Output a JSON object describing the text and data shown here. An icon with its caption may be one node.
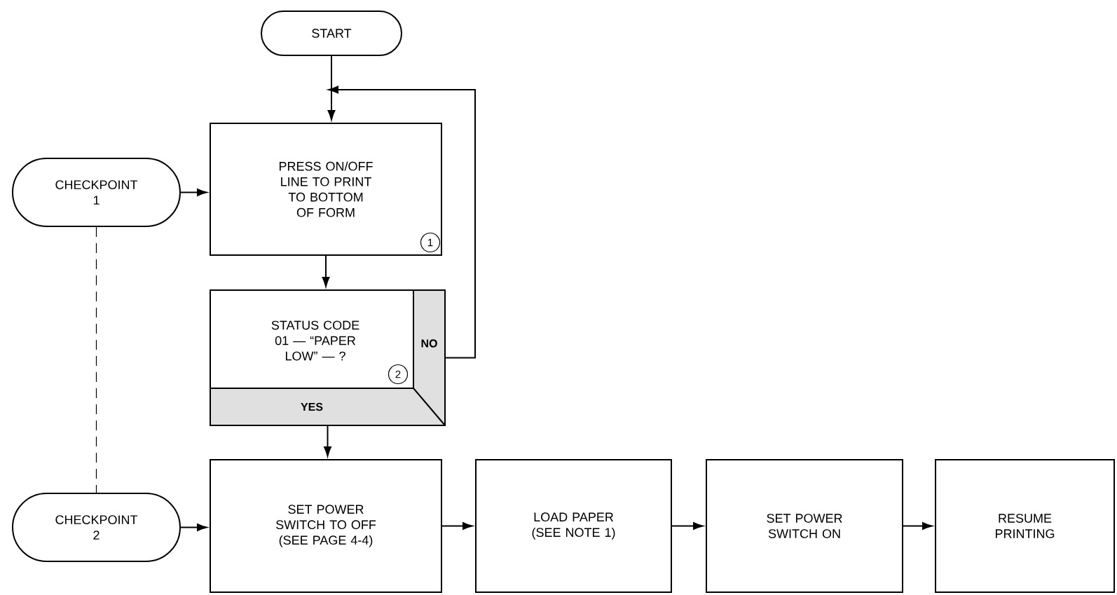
{
  "diagram": {
    "nodes": [
      {
        "text": [
          "START"
        ]
      },
      {
        "text": [
          "CHECKPOINT 1"
        ]
      },
      {
        "text": [
          "PRESS ON/OFF LINE TO PRINT TO BOTTOM OF FORM",
          "1"
        ]
      },
      {
        "text": [
          "STATUS CODE 01 — “PAPER LOW” — ?",
          "2",
          "NO",
          "YES"
        ]
      },
      {
        "text": [
          "CHECKPOINT 2"
        ]
      },
      {
        "text": [
          "SET POWER SWITCH TO OFF (SEE PAGE 4-4)"
        ]
      },
      {
        "text": [
          "LOAD PAPER (SEE NOTE 1)"
        ]
      },
      {
        "text": [
          "SET POWER SWITCH ON"
        ]
      },
      {
        "text": [
          "RESUME PRINTING"
        ]
      }
    ],
    "edges": [
      {
        "from": 0,
        "to": 2,
        "arrow": "to"
      },
      {
        "from": 1,
        "to": 2,
        "arrow": "to"
      },
      {
        "from": 2,
        "to": 3,
        "arrow": "to"
      },
      {
        "from": 3,
        "to": 2,
        "arrow": "to"
      },
      {
        "from": 3,
        "to": 5,
        "arrow": "to"
      },
      {
        "from": 4,
        "to": 5,
        "arrow": "to"
      },
      {
        "from": 5,
        "to": 6,
        "arrow": "to"
      },
      {
        "from": 6,
        "to": 7,
        "arrow": "to"
      },
      {
        "from": 7,
        "to": 8,
        "arrow": "to"
      },
      {
        "from": 1,
        "to": 4,
        "arrow": "none",
        "style": "dashed"
      }
    ]
  }
}
